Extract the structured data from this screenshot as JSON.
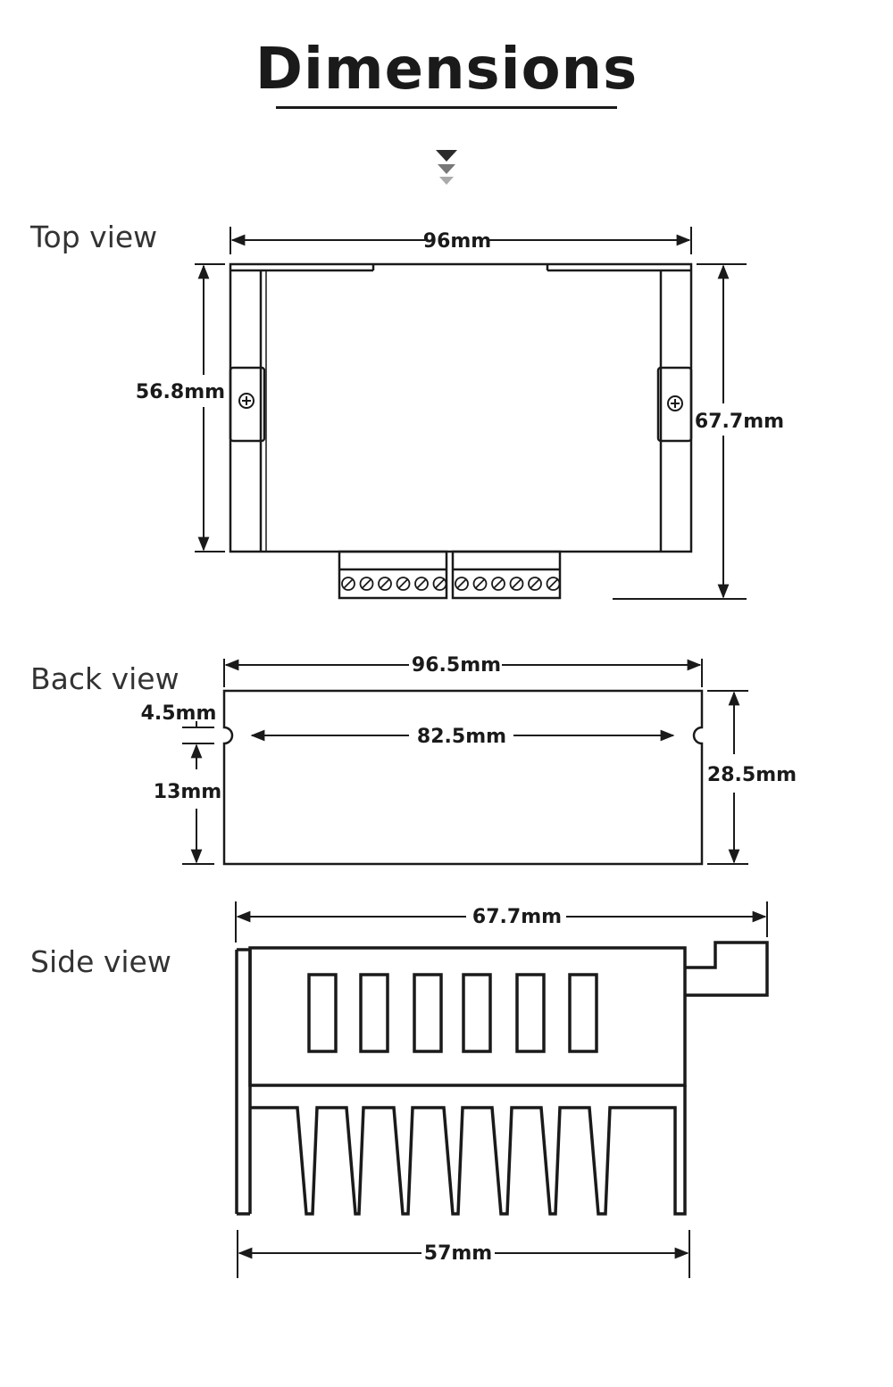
{
  "title": "Dimensions",
  "scroll_hint_icon": "triple-chevron-down-icon",
  "colors": {
    "ink": "#1a1a1a",
    "label": "#333333",
    "hint_dark": "#2b2b2b",
    "hint_mid": "#777777",
    "hint_light": "#aaaaaa"
  },
  "views": {
    "top": {
      "label": "Top view",
      "width": "96mm",
      "inner_height": "56.8mm",
      "outer_height": "67.7mm"
    },
    "back": {
      "label": "Back view",
      "width": "96.5mm",
      "slot_spacing": "82.5mm",
      "slot_offset": "4.5mm",
      "lower_height": "13mm",
      "height": "28.5mm"
    },
    "side": {
      "label": "Side view",
      "length": "67.7mm",
      "fin_span": "57mm"
    }
  }
}
